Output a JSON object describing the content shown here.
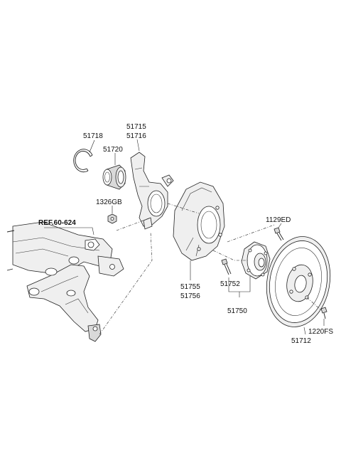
{
  "labels": {
    "p51715": "51715",
    "p51716": "51716",
    "p51718": "51718",
    "p51720": "51720",
    "p1326gb": "1326GB",
    "ref": "REF.60-624",
    "p1129ed": "1129ED",
    "p51755": "51755",
    "p51756": "51756",
    "p51752": "51752",
    "p51750": "51750",
    "p51712": "51712",
    "p1220fs": "1220FS"
  }
}
